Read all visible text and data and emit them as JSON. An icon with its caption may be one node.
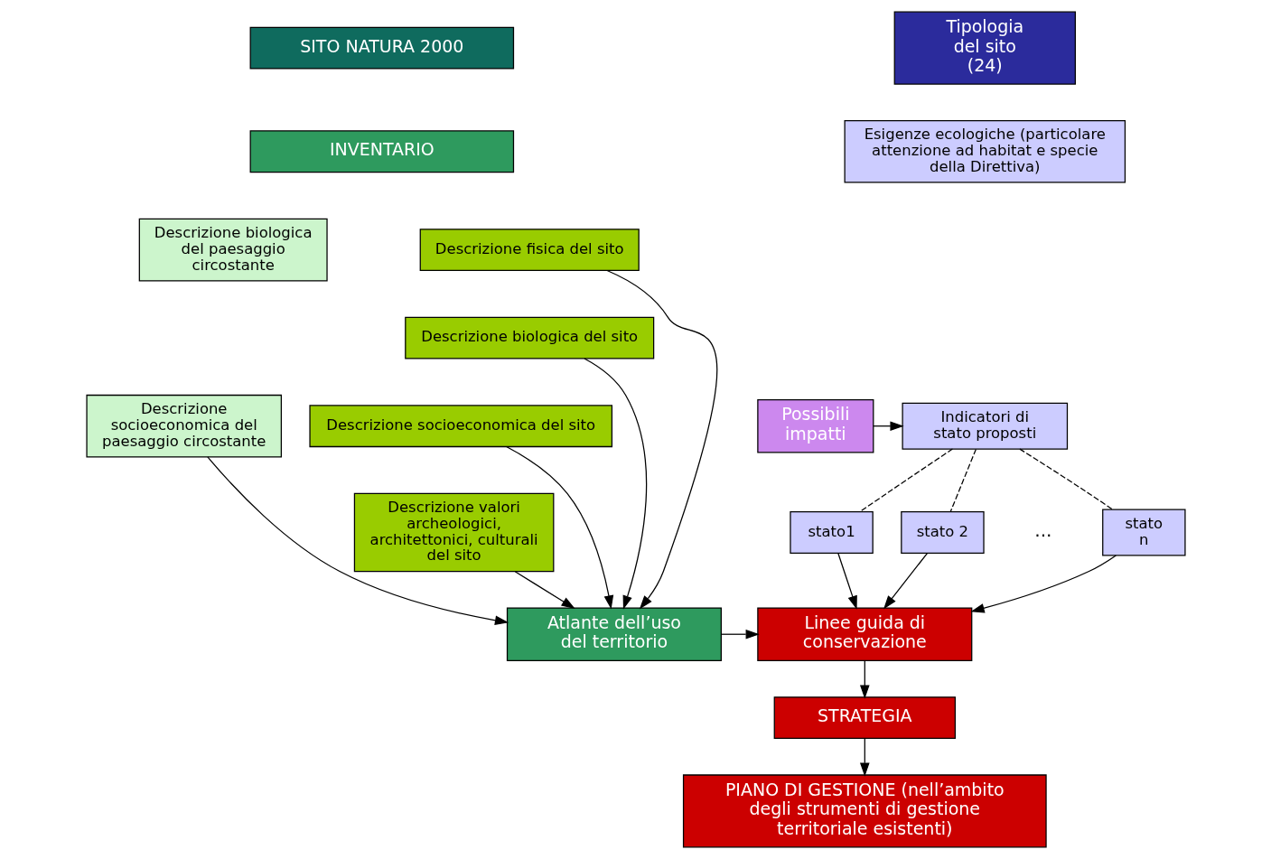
{
  "diagram": {
    "nodes": [
      {
        "text": [
          "SITO NATURA 2000"
        ]
      },
      {
        "text": [
          "INVENTARIO"
        ]
      },
      {
        "text": [
          "Descrizione biologica del paesaggio circostante"
        ]
      },
      {
        "text": [
          "Descrizione socioeconomica del paesaggio circostante"
        ]
      },
      {
        "text": [
          "Descrizione fisica del sito"
        ]
      },
      {
        "text": [
          "Descrizione biologica del sito"
        ]
      },
      {
        "text": [
          "Descrizione socioeconomica del sito"
        ]
      },
      {
        "text": [
          "Descrizione valori archeologici, architettonici, culturali del sito"
        ]
      },
      {
        "text": [
          "Atlante dell’uso del territorio"
        ]
      },
      {
        "text": [
          "Tipologia del sito (24)"
        ]
      },
      {
        "text": [
          "Esigenze ecologiche (particolare attenzione ad habitat e specie della Direttiva)"
        ]
      },
      {
        "text": [
          "Possibili impatti"
        ]
      },
      {
        "text": [
          "Indicatori di stato proposti"
        ]
      },
      {
        "text": [
          "stato1"
        ]
      },
      {
        "text": [
          "stato 2"
        ]
      },
      {
        "text": [
          "stato n"
        ]
      },
      {
        "text": [
          "Linee guida di conservazione"
        ]
      },
      {
        "text": [
          "STRATEGIA"
        ]
      },
      {
        "text": [
          "PIANO DI GESTIONE (nell’ambito degli strumenti di gestione territoriale esistenti)"
        ]
      }
    ],
    "edges": [
      {
        "from": 4,
        "to": 8,
        "arrow": "to"
      },
      {
        "from": 5,
        "to": 8,
        "arrow": "to"
      },
      {
        "from": 6,
        "to": 8,
        "arrow": "to"
      },
      {
        "from": 7,
        "to": 8,
        "arrow": "to"
      },
      {
        "from": 3,
        "to": 8,
        "arrow": "to"
      },
      {
        "from": 11,
        "to": 12,
        "arrow": "to"
      },
      {
        "from": 12,
        "to": 13,
        "arrow": "none",
        "style": "dashed"
      },
      {
        "from": 12,
        "to": 14,
        "arrow": "none",
        "style": "dashed"
      },
      {
        "from": 12,
        "to": 15,
        "arrow": "none",
        "style": "dashed"
      },
      {
        "from": 13,
        "to": 16,
        "arrow": "to"
      },
      {
        "from": 14,
        "to": 16,
        "arrow": "to"
      },
      {
        "from": 15,
        "to": 16,
        "arrow": "to"
      },
      {
        "from": 8,
        "to": 16,
        "arrow": "to"
      },
      {
        "from": 16,
        "to": 17,
        "arrow": "to"
      },
      {
        "from": 17,
        "to": 18,
        "arrow": "to"
      }
    ],
    "labels": [
      "..."
    ]
  }
}
